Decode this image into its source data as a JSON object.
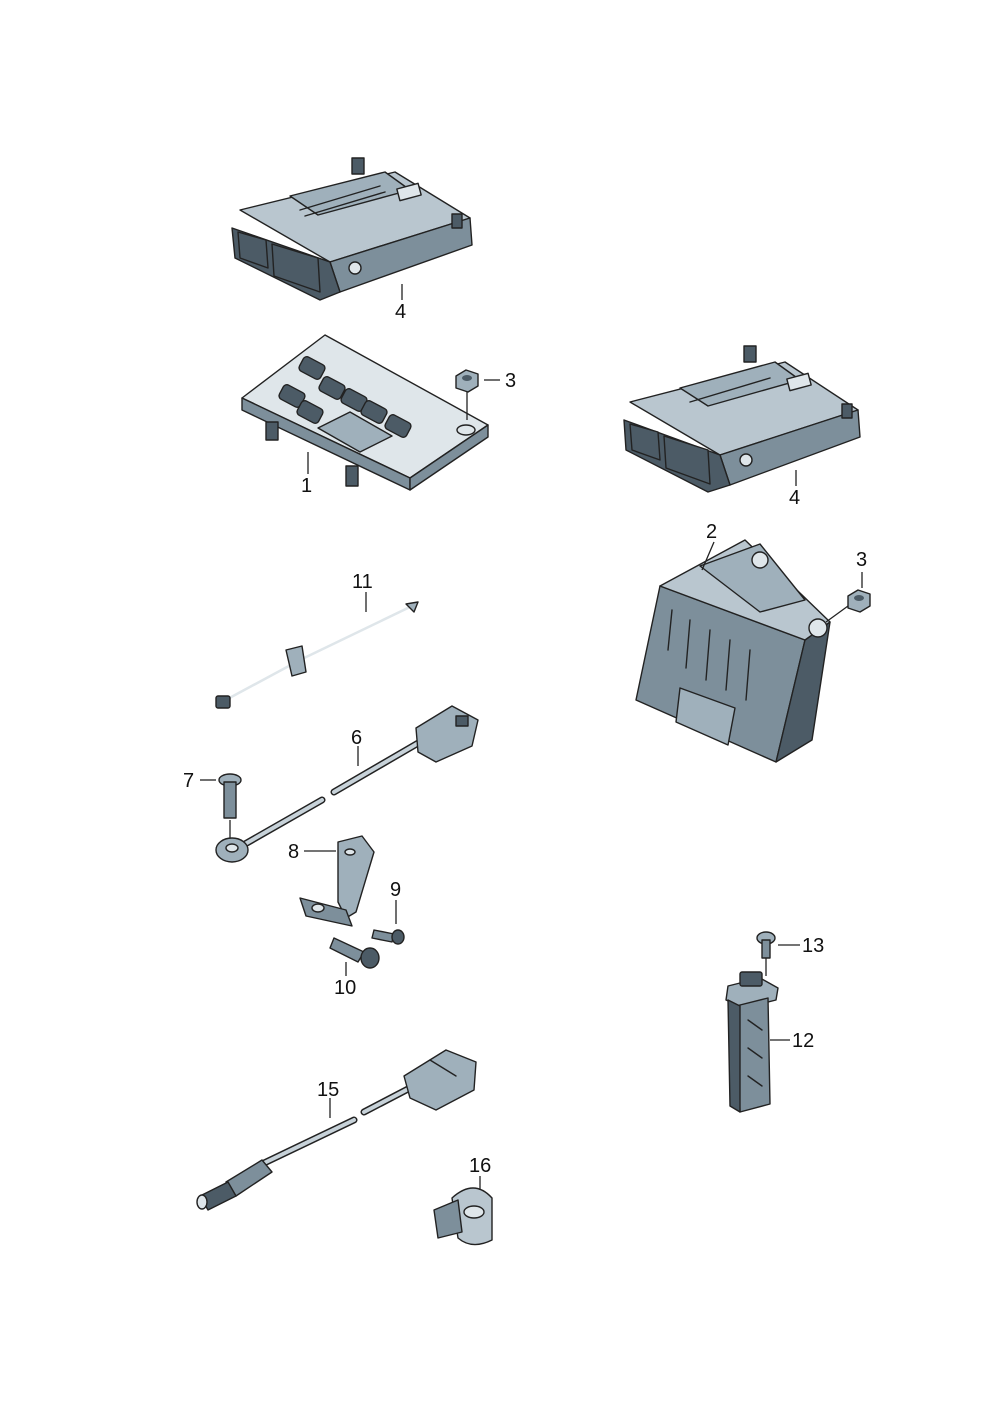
{
  "labels": {
    "p1": "1",
    "p2": "2",
    "p3a": "3",
    "p3b": "3",
    "p4a": "4",
    "p4b": "4",
    "p6": "6",
    "p7": "7",
    "p8": "8",
    "p9": "9",
    "p10": "10",
    "p11": "11",
    "p12": "12",
    "p13": "13",
    "p15": "15",
    "p16": "16"
  }
}
